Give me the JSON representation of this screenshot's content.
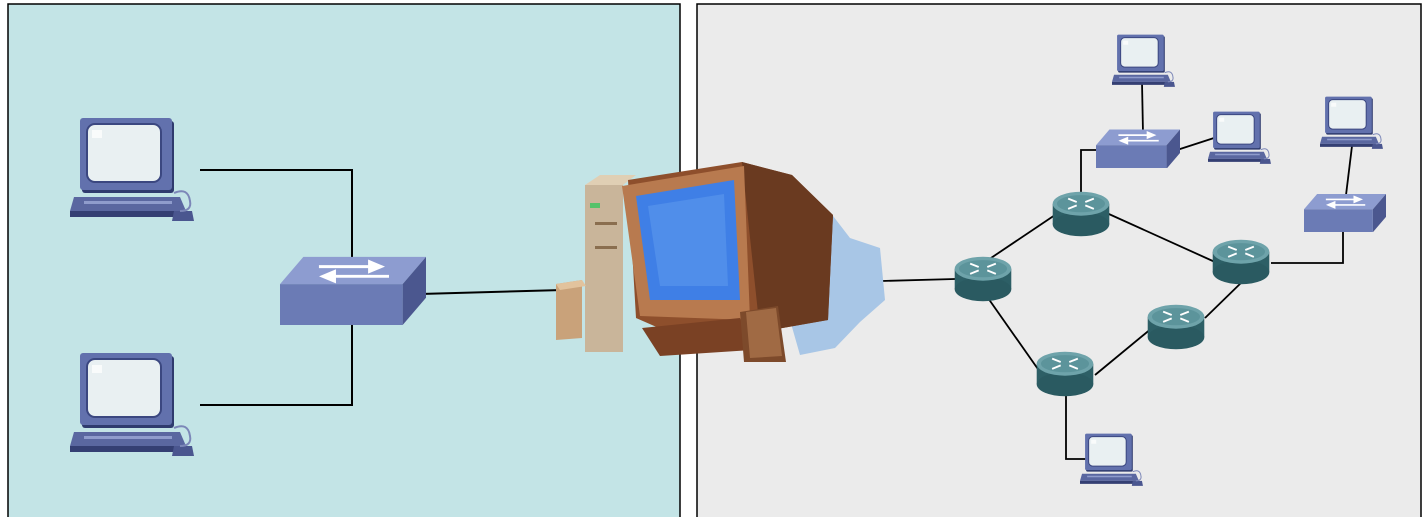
{
  "colors": {
    "lan_zone": "#c3e4e6",
    "internet_zone": "#ebebeb",
    "zone_border": "#000000",
    "link": "#000000",
    "pc_body": "#5d6ba3",
    "pc_screen": "#e9f0f2",
    "switch_body": "#6e7fb8",
    "router_body": "#3e7880",
    "gateway_monitor": "#9b5a34",
    "gateway_screen": "#3f7fe6",
    "gateway_shadow": "#a8c6e6"
  },
  "icons": {
    "workstation": "desktop-computer-icon",
    "switch": "switch-icon",
    "router": "router-icon",
    "gateway": "gateway-computer-icon"
  },
  "nodes": {
    "lan_workstations": 2,
    "lan_switches": 1,
    "gateway_hosts": 1,
    "internet_routers": 5,
    "internet_switches": 2,
    "internet_workstations": 4
  }
}
